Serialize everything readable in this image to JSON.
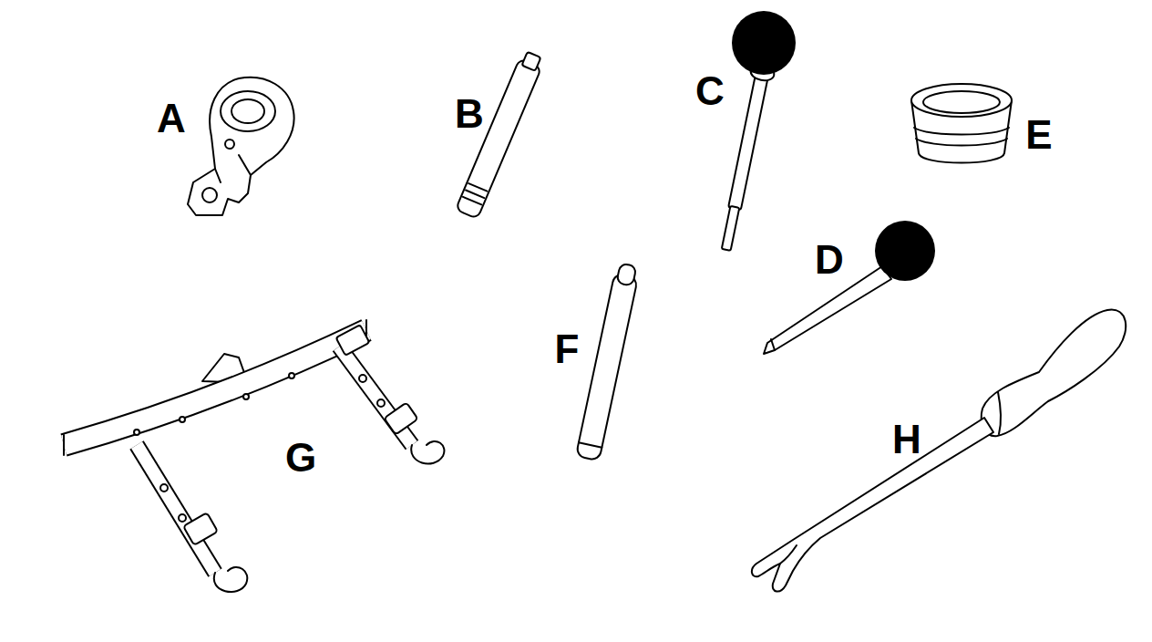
{
  "diagram": {
    "labels": [
      "A",
      "B",
      "C",
      "E",
      "D",
      "F",
      "G",
      "H"
    ]
  }
}
